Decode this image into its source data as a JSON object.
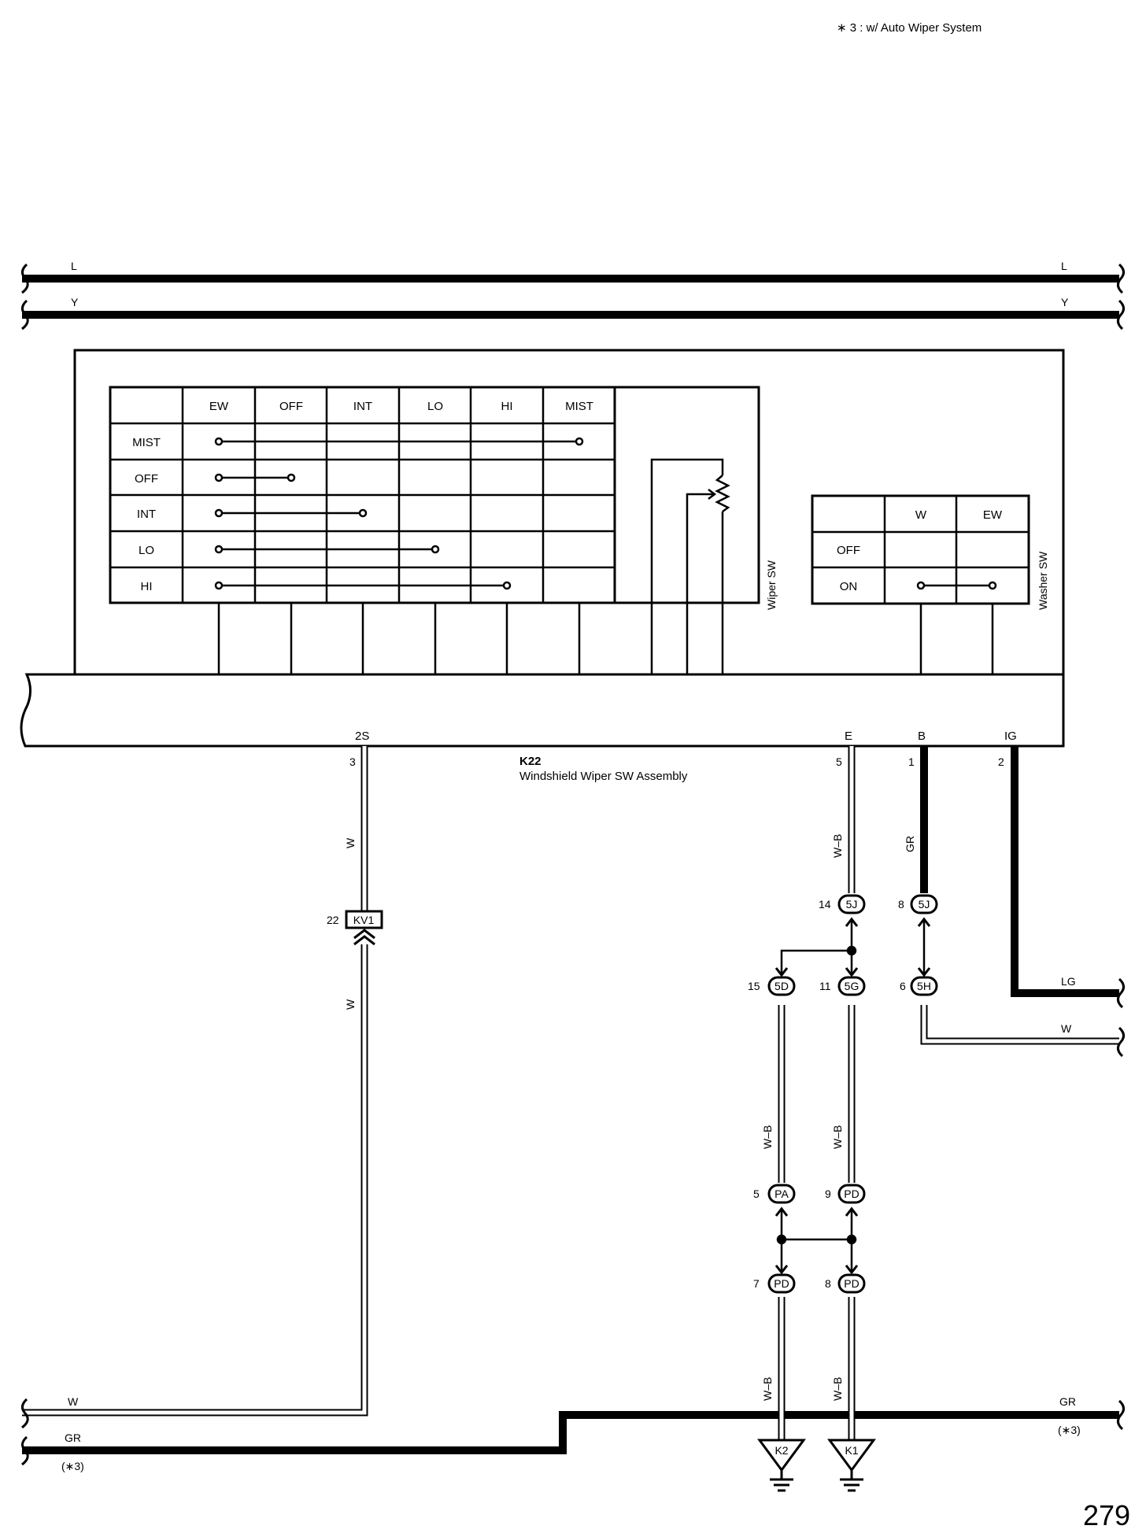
{
  "note": "∗ 3 : w/ Auto Wiper System",
  "page_number": "279",
  "buses": {
    "top1": "L",
    "top2": "Y"
  },
  "assembly": {
    "code": "K22",
    "name": "Windshield Wiper SW Assembly"
  },
  "wiper_table": {
    "columns": [
      "EW",
      "OFF",
      "INT",
      "LO",
      "HI",
      "MIST"
    ],
    "rows": [
      "MIST",
      "OFF",
      "INT",
      "LO",
      "HI"
    ],
    "label": "Wiper SW"
  },
  "washer_table": {
    "columns": [
      "W",
      "EW"
    ],
    "rows": [
      "OFF",
      "ON"
    ],
    "label": "Washer SW"
  },
  "terminals": [
    {
      "name": "2S",
      "pin": "3"
    },
    {
      "name": "E",
      "pin": "5"
    },
    {
      "name": "B",
      "pin": "1"
    },
    {
      "name": "IG",
      "pin": "2"
    }
  ],
  "wires": {
    "w_a": "W",
    "w_b": "W",
    "wb_e": "W–B",
    "gr_b": "GR",
    "wb_l1": "W–B",
    "wb_r1": "W–B",
    "wb_l2": "W–B",
    "wb_r2": "W–B",
    "lg": "LG",
    "w_right": "W",
    "w_bottom": "W",
    "gr_left": "GR",
    "gr_right": "GR",
    "star_left": "(∗3)",
    "star_right": "(∗3)"
  },
  "connectors": [
    {
      "id": "KV1",
      "pin": "22"
    },
    {
      "id": "5J",
      "pin": "14"
    },
    {
      "id": "5J",
      "pin": "8"
    },
    {
      "id": "5D",
      "pin": "15"
    },
    {
      "id": "5G",
      "pin": "11"
    },
    {
      "id": "5H",
      "pin": "6"
    },
    {
      "id": "PA",
      "pin": "5"
    },
    {
      "id": "PD",
      "pin": "9"
    },
    {
      "id": "PD",
      "pin": "7"
    },
    {
      "id": "PD",
      "pin": "8"
    }
  ],
  "grounds": [
    "K2",
    "K1"
  ]
}
